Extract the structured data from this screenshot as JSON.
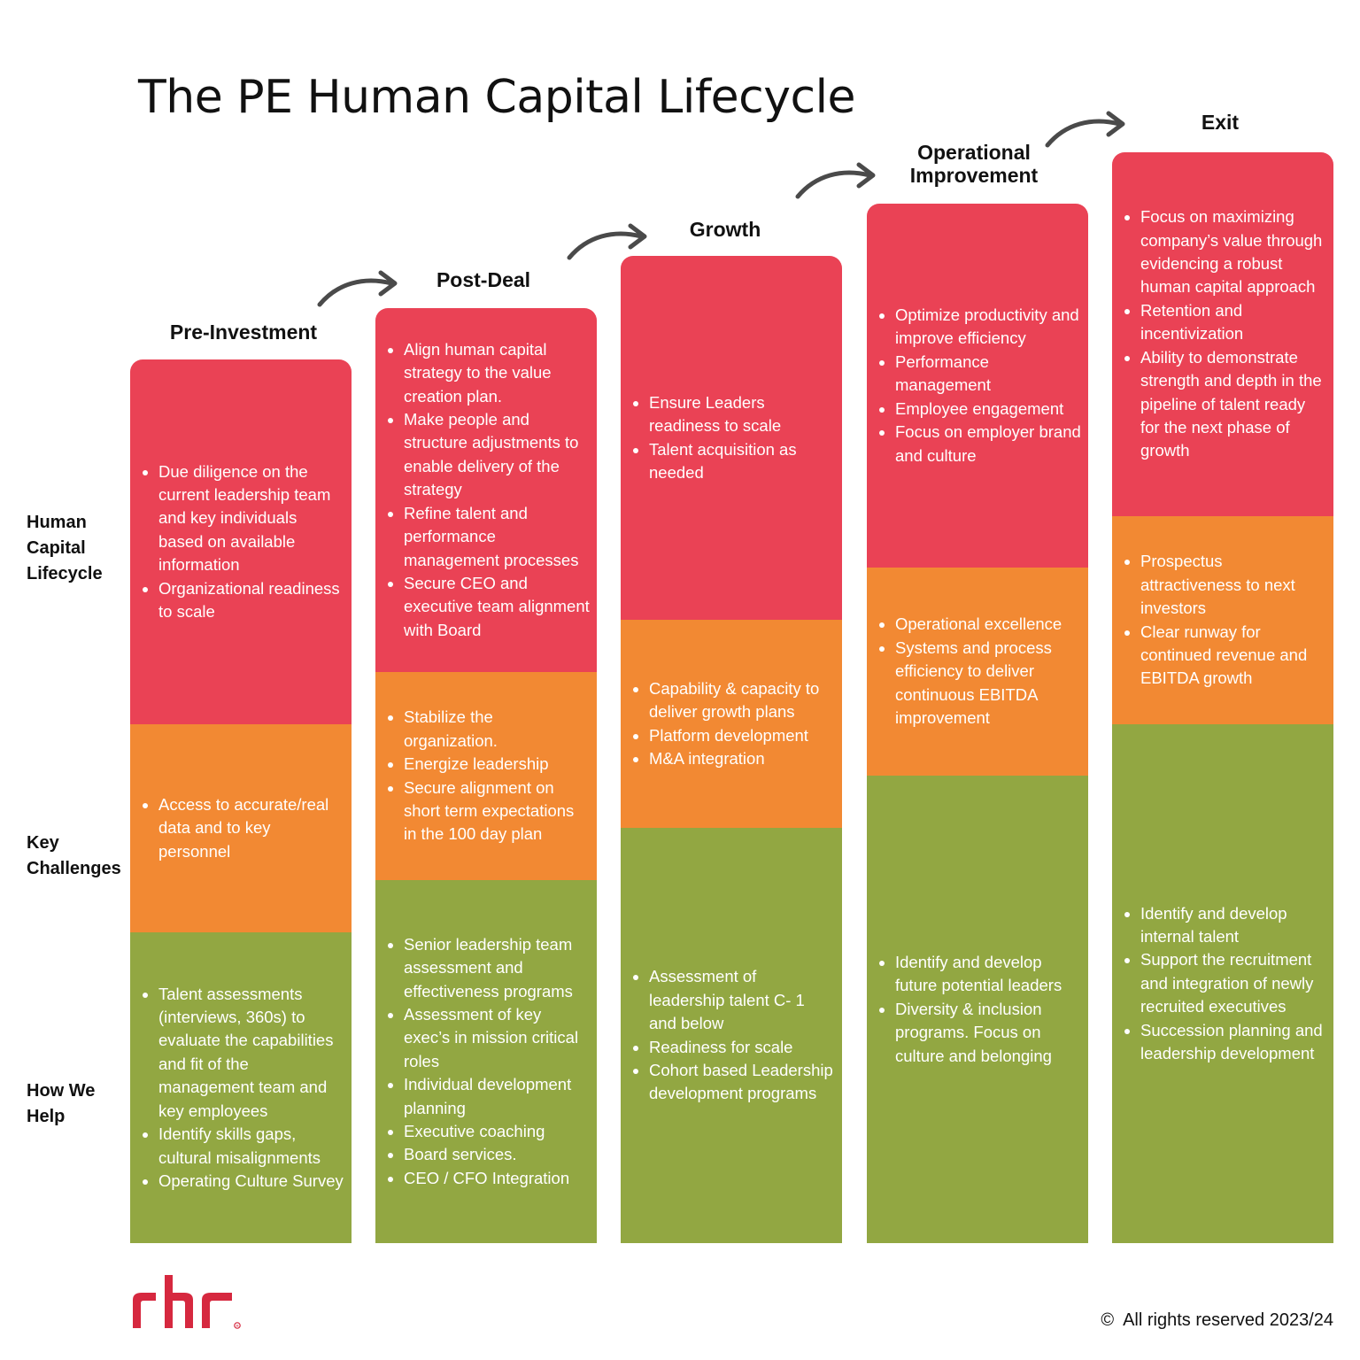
{
  "title": "The PE Human Capital Lifecycle",
  "row_labels": {
    "lifecycle": "Human Capital Lifecycle",
    "challenges": "Key Challenges",
    "help": "How We Help"
  },
  "stages": [
    {
      "name": "Pre-Investment",
      "lifecycle": [
        "Due diligence on the current leadership team and key individuals based on available information",
        "Organizational readiness to scale"
      ],
      "challenges": [
        "Access to accurate/real data and to key personnel"
      ],
      "help": [
        "Talent assessments (interviews, 360s) to evaluate the capabilities and fit of the management team and key employees",
        "Identify skills gaps, cultural misalignments",
        "Operating Culture Survey"
      ]
    },
    {
      "name": "Post-Deal",
      "lifecycle": [
        "Align human capital strategy to the value creation plan.",
        "Make people and structure adjustments to enable delivery of the strategy",
        "Refine talent and performance management processes",
        "Secure CEO and executive team alignment with Board"
      ],
      "challenges": [
        "Stabilize the organization.",
        "Energize leadership",
        "Secure alignment on short term expectations in the 100 day plan"
      ],
      "help": [
        "Senior leadership team assessment and effectiveness programs",
        "Assessment of key exec’s in mission critical roles",
        "Individual development planning",
        "Executive coaching",
        "Board services.",
        "CEO /  CFO Integration"
      ]
    },
    {
      "name": "Growth",
      "lifecycle": [
        "Ensure Leaders readiness to scale",
        "Talent acquisition as needed"
      ],
      "challenges": [
        "Capability & capacity to deliver growth plans",
        "Platform development",
        "M&A integration"
      ],
      "help": [
        "Assessment of leadership talent C- 1 and below",
        "Readiness for scale",
        "Cohort based Leadership development programs"
      ]
    },
    {
      "name": "Operational Improvement",
      "lifecycle": [
        "Optimize productivity and improve efficiency",
        "Performance management",
        "Employee engagement",
        "Focus on employer brand and culture"
      ],
      "challenges": [
        "Operational excellence",
        "Systems and  process efficiency to deliver continuous EBITDA improvement"
      ],
      "help": [
        "Identify and develop future potential leaders",
        "Diversity & inclusion programs. Focus on culture and belonging"
      ]
    },
    {
      "name": "Exit",
      "lifecycle": [
        "Focus on maximizing company’s value through evidencing a robust human capital approach",
        "Retention and incentivization",
        "Ability to demonstrate strength and depth in the pipeline of talent ready for the next phase of growth"
      ],
      "challenges": [
        "Prospectus attractiveness to next investors",
        "Clear runway for continued revenue and EBITDA growth"
      ],
      "help": [
        "Identify and develop internal talent",
        "Support the recruitment and integration of newly recruited executives",
        "Succession planning and leadership development"
      ]
    }
  ],
  "logo_text": "rhr",
  "copyright": "All rights reserved 2023/24",
  "colors": {
    "lifecycle": "#ea4255",
    "challenges": "#f28933",
    "help": "#92a742",
    "logo": "#d6283f"
  }
}
